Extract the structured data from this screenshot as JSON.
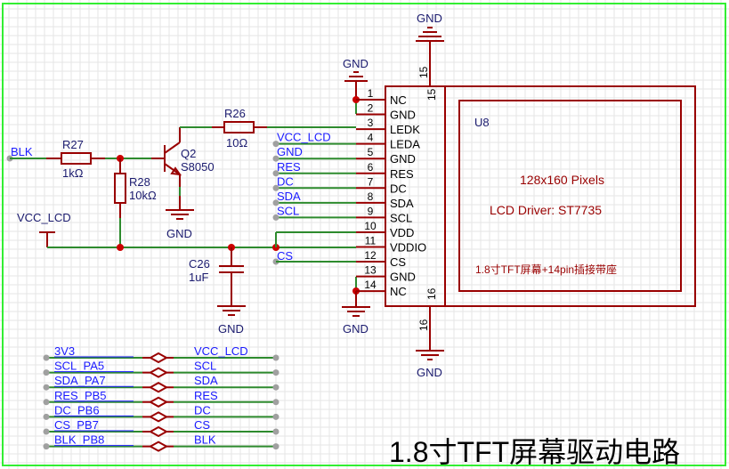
{
  "title": "1.8寸TFT屏幕驱动电路",
  "colors": {
    "wire": "#2e8b2e",
    "part": "#990000",
    "junction": "#cc0000",
    "net_label": "#1a1aff",
    "border": "#33ee33",
    "grid": "#e6e6e6"
  },
  "components": {
    "r27": {
      "ref": "R27",
      "value": "1kΩ"
    },
    "r28": {
      "ref": "R28",
      "value": "10kΩ"
    },
    "r26": {
      "ref": "R26",
      "value": "10Ω"
    },
    "q2": {
      "ref": "Q2",
      "value": "S8050"
    },
    "c26": {
      "ref": "C26",
      "value": "1uF"
    },
    "u8": {
      "ref": "U8",
      "line1": "128x160 Pixels",
      "line2": "LCD Driver:  ST7735",
      "line3": "1.8寸TFT屏幕+14pin插接带座",
      "pins": [
        {
          "num": "1",
          "name": "NC"
        },
        {
          "num": "2",
          "name": "GND"
        },
        {
          "num": "3",
          "name": "LEDK"
        },
        {
          "num": "4",
          "name": "LEDA"
        },
        {
          "num": "5",
          "name": "GND"
        },
        {
          "num": "6",
          "name": "RES"
        },
        {
          "num": "7",
          "name": "DC"
        },
        {
          "num": "8",
          "name": "SDA"
        },
        {
          "num": "9",
          "name": "SCL"
        },
        {
          "num": "10",
          "name": "VDD"
        },
        {
          "num": "11",
          "name": "VDDIO"
        },
        {
          "num": "12",
          "name": "CS"
        },
        {
          "num": "13",
          "name": "GND"
        },
        {
          "num": "14",
          "name": "NC"
        }
      ],
      "pin15": "15",
      "pin16": "16"
    }
  },
  "nets": {
    "blk": "BLK",
    "vcc_lcd": "VCC_LCD",
    "gnd": "GND",
    "cs": "CS",
    "pin_nets": [
      "VCC_LCD",
      "GND",
      "RES",
      "DC",
      "SDA",
      "SCL"
    ]
  },
  "net_map": [
    {
      "left": "3V3",
      "right": "VCC_LCD"
    },
    {
      "left": "SCL_PA5",
      "right": "SCL"
    },
    {
      "left": "SDA_PA7",
      "right": "SDA"
    },
    {
      "left": "RES_PB5",
      "right": "RES"
    },
    {
      "left": "DC_PB6",
      "right": "DC"
    },
    {
      "left": "CS_PB7",
      "right": "CS"
    },
    {
      "left": "BLK_PB8",
      "right": "BLK"
    }
  ]
}
